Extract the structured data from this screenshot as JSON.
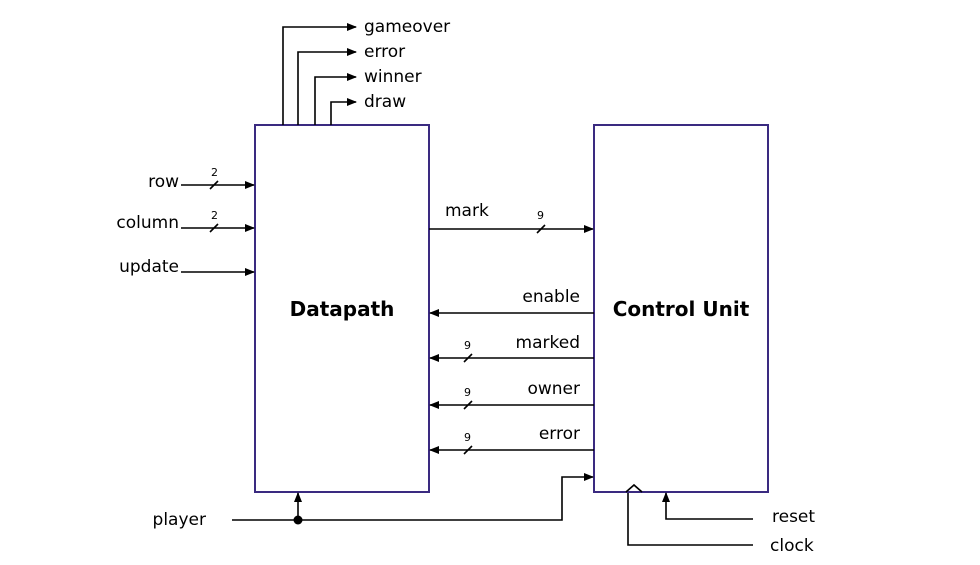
{
  "blocks": {
    "datapath": "Datapath",
    "control_unit": "Control Unit"
  },
  "datapath_outputs": {
    "gameover": "gameover",
    "error": "error",
    "winner": "winner",
    "draw": "draw"
  },
  "datapath_inputs": {
    "row": "row",
    "row_width": "2",
    "column": "column",
    "column_width": "2",
    "update": "update"
  },
  "dp_to_cu": {
    "mark": "mark",
    "mark_width": "9"
  },
  "cu_to_dp": {
    "enable": "enable",
    "marked": "marked",
    "marked_width": "9",
    "owner": "owner",
    "owner_width": "9",
    "error": "error",
    "error_width": "9"
  },
  "bottom_inputs": {
    "player": "player",
    "reset": "reset",
    "clock": "clock"
  }
}
